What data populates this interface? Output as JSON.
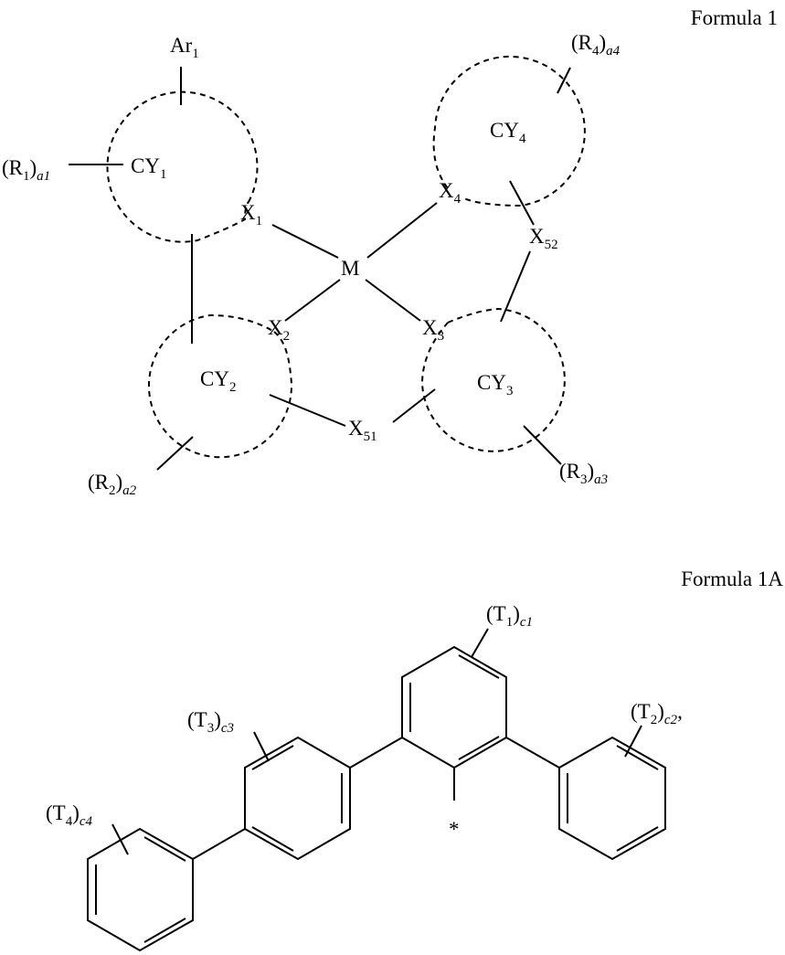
{
  "formula1": {
    "title": "Formula 1",
    "metal": "M",
    "ar": {
      "base": "Ar",
      "sub": "1"
    },
    "rings": [
      {
        "base": "CY",
        "sub": "1"
      },
      {
        "base": "CY",
        "sub": "2"
      },
      {
        "base": "CY",
        "sub": "3"
      },
      {
        "base": "CY",
        "sub": "4"
      }
    ],
    "donors": [
      {
        "base": "X",
        "sub": "1"
      },
      {
        "base": "X",
        "sub": "2"
      },
      {
        "base": "X",
        "sub": "3"
      },
      {
        "base": "X",
        "sub": "4"
      }
    ],
    "linkers": [
      {
        "base": "X",
        "sub": "51"
      },
      {
        "base": "X",
        "sub": "52"
      }
    ],
    "substituents": [
      {
        "open": "(R",
        "num": "1",
        "close": ")",
        "count": "a1"
      },
      {
        "open": "(R",
        "num": "2",
        "close": ")",
        "count": "a2"
      },
      {
        "open": "(R",
        "num": "3",
        "close": ")",
        "count": "a3"
      },
      {
        "open": "(R",
        "num": "4",
        "close": ")",
        "count": "a4"
      }
    ]
  },
  "formula1a": {
    "title": "Formula 1A",
    "attachment": "*",
    "substituents": [
      {
        "open": "(T",
        "num": "1",
        "close": ")",
        "count": "c1",
        "suffix": ""
      },
      {
        "open": "(T",
        "num": "2",
        "close": ")",
        "count": "c2",
        "suffix": ","
      },
      {
        "open": "(T",
        "num": "3",
        "close": ")",
        "count": "c3",
        "suffix": ""
      },
      {
        "open": "(T",
        "num": "4",
        "close": ")",
        "count": "c4",
        "suffix": ""
      }
    ]
  }
}
